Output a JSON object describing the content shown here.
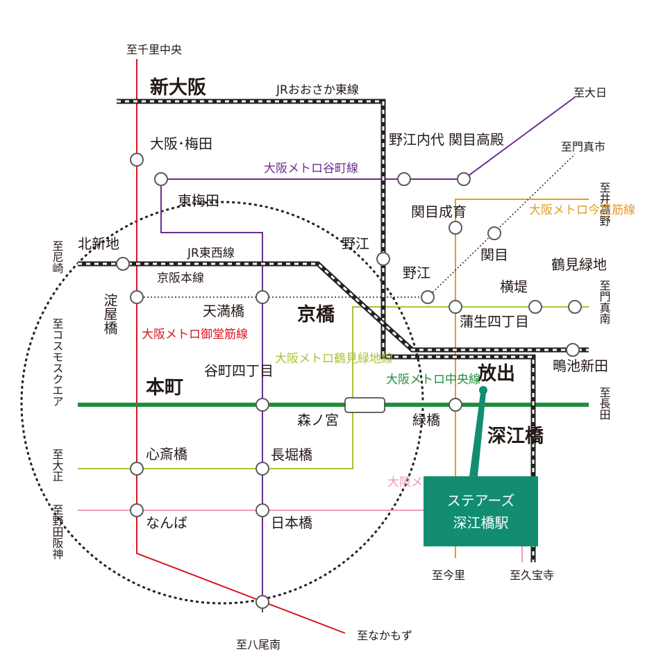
{
  "map": {
    "destinations": {
      "senri_chuo": "至千里中央",
      "dainichi": "至大日",
      "kadoma_shi": "至門真市",
      "ikaritakano": "至井高野",
      "amagasaki": "至尼崎",
      "kadoma_minami": "至門真南",
      "cosmo_square": "至コスモスクエア",
      "nagata": "至長田",
      "taisho": "至大正",
      "noda_hanshin": "至野田阪神",
      "imazato": "至今里",
      "kubo_ji": "至久宝寺",
      "yao_minami": "至八尾南",
      "nakamozu": "至なかもず"
    },
    "major_stations": {
      "shin_osaka": "新大阪",
      "kyobashi": "京橋",
      "hommachi": "本町",
      "hanaten": "放出",
      "fukaebashi": "深江橋"
    },
    "stations": {
      "osaka_umeda": "大阪･梅田",
      "higashi_umeda": "東梅田",
      "kitashinchi": "北新地",
      "yodoyabashi": "淀屋橋",
      "temmabashi": "天満橋",
      "tanimachi_4": "谷町四丁目",
      "morinomiya": "森ノ宮",
      "shinsaibashi": "心斎橋",
      "nagahoribashi": "長堀橋",
      "namba": "なんば",
      "nipponbashi": "日本橋",
      "noe_uchindai": "野江内代",
      "sekime_takadono": "関目高殿",
      "sekime_seiiku": "関目成育",
      "noe": "野江",
      "noe_jr": "野江",
      "sekime": "関目",
      "tsurumi_ryokuchi": "鶴見緑地",
      "yokozutsumi": "横堤",
      "gamo_4": "蒲生四丁目",
      "shigino": "鴫池新田",
      "midoribashi": "緑橋"
    },
    "lines": {
      "jr_osaka_higashi": "JRおおさか東線",
      "tanimachi": "大阪メトロ谷町線",
      "imazatosuji": "大阪メトロ今里筋線",
      "jr_tozai": "JR東西線",
      "keihan": "京阪本線",
      "midosuji": "大阪メトロ御堂筋線",
      "nagahori_tsurumi": "大阪メトロ鶴見緑地線",
      "chuo": "大阪メトロ中央線",
      "sennichimae": "大阪メトロ千日前線"
    },
    "callout": {
      "line1": "ステアーズ",
      "line2": "深江橋駅"
    },
    "colors": {
      "midosuji": "#d7141f",
      "tanimachi": "#6b2c8d",
      "chuo": "#1f8e3c",
      "nagahori_tsurumi": "#a6c33b",
      "imazatosuji": "#e59a26",
      "sennichimae": "#e89bc0",
      "jr": "#222222",
      "callout": "#138d72"
    }
  }
}
